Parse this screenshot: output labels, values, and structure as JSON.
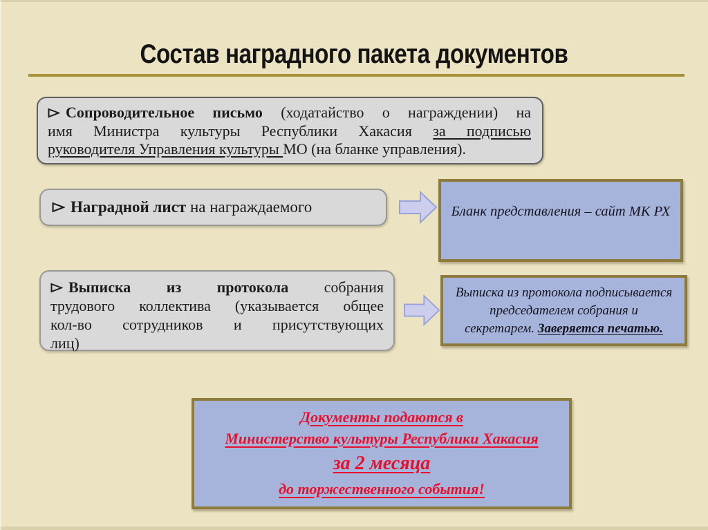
{
  "slide": {
    "title": "Состав наградного пакета документов",
    "colors": {
      "background": "#ebe3c1",
      "title_text": "#141414",
      "accent_rule": "#a5923b",
      "gray_box_fill": "#d9d9d9",
      "blue_box_fill": "#a6b4dc",
      "blue_box_border": "#8d7b3d",
      "arrow_fill": "#cdcdee",
      "arrow_border": "#98a3dc",
      "footer_text_red": "#e8112d"
    }
  },
  "icons": {
    "bullet": "arrow-bullet",
    "connector": "right-block-arrow"
  },
  "item1": {
    "line1": {
      "bold": "Сопроводительное письмо",
      "rest": " (ходатайство о награждении) на"
    },
    "line2": {
      "start": "имя Министра культуры Республики Хакасия ",
      "underlined": "за подписью"
    },
    "line3": {
      "underlined": "руководителя Управления культуры ",
      "rest": "МО (на бланке управления)."
    }
  },
  "item2": {
    "bold": "Наградной лист",
    "rest": " на награждаемого"
  },
  "item3": {
    "line1": {
      "bold": "Выписка из протокола",
      "rest": " собрания"
    },
    "line2": "трудового коллектива (указывается общее",
    "line3": "кол-во сотрудников и присутствующих",
    "line4": "лиц)"
  },
  "callout1": {
    "text": "Бланк представления – сайт МК РХ"
  },
  "callout2": {
    "line1": "Выписка из протокола подписывается",
    "line2": "председателем собрания и",
    "line3_start": "секретарем. ",
    "line3_emphasis": "Заверяется печатью."
  },
  "footer": {
    "line1": "Документы подаются в",
    "line2": "Министерство культуры Республики Хакасия",
    "line3": "за 2 месяца",
    "line4": "до торжественного события!"
  }
}
